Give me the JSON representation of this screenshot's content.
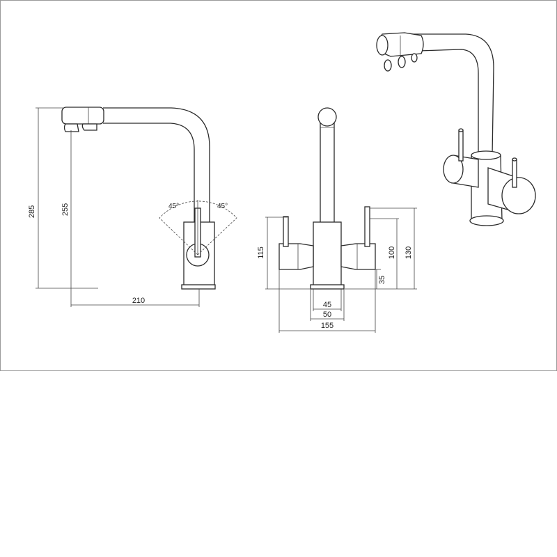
{
  "dimensions": {
    "side_total_height": "285",
    "side_spout_height": "255",
    "side_reach": "210",
    "angle_left": "45°",
    "angle_right": "45°",
    "front_left_height": "115",
    "front_lever_height": "100",
    "front_total_height": "130",
    "front_base_height": "35",
    "front_inner_base": "45",
    "front_outer_base": "50",
    "front_total_width": "155"
  },
  "colors": {
    "line": "#2a2a2a",
    "frame_border": "#9a9a9a",
    "background": "#ffffff"
  }
}
